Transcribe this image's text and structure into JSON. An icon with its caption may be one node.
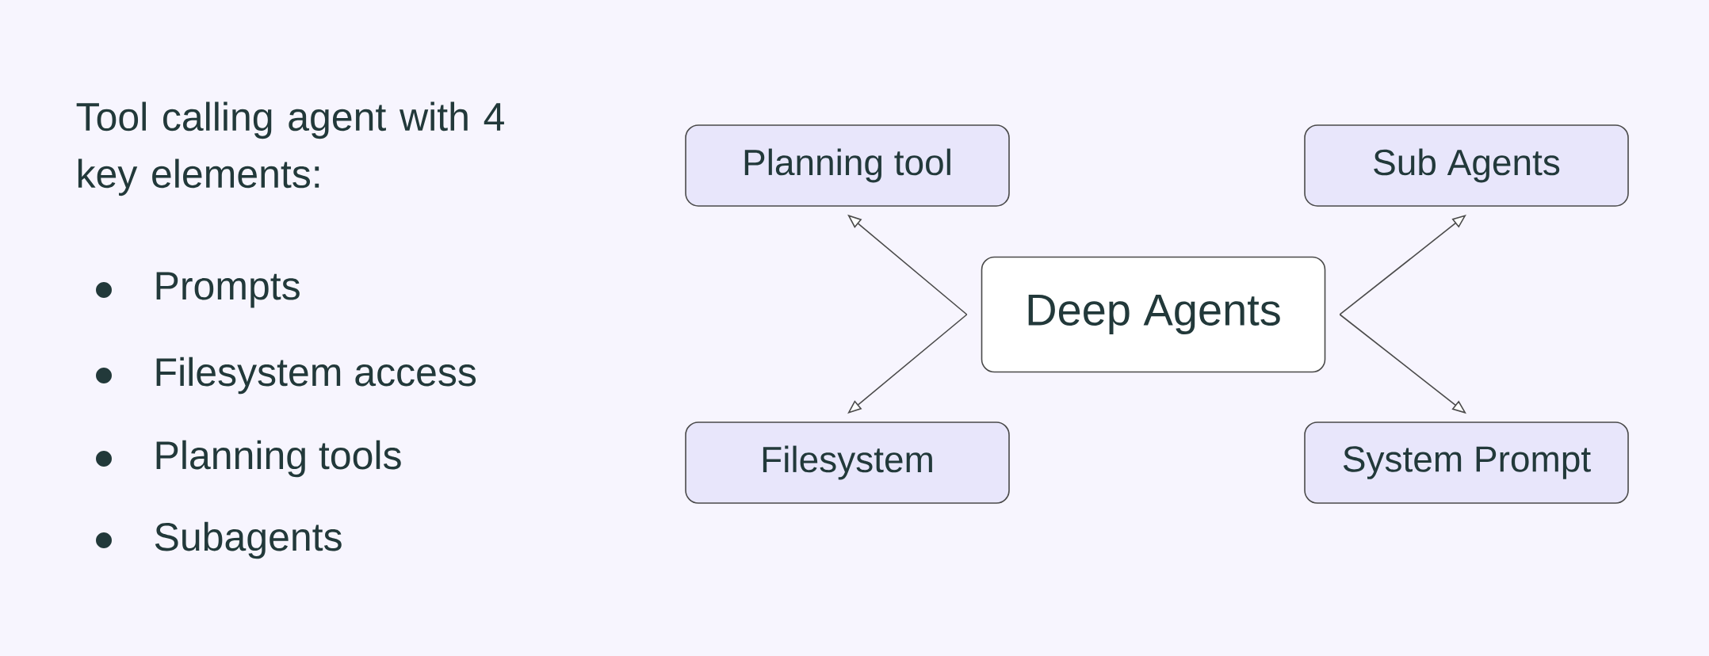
{
  "diagram": {
    "title": "Tool calling agent with 4 key elements:",
    "nodes": [
      {
        "text": [
          "Planning tool"
        ]
      },
      {
        "text": [
          "Sub Agents"
        ]
      },
      {
        "text": [
          "Deep Agents"
        ]
      },
      {
        "text": [
          "Filesystem"
        ]
      },
      {
        "text": [
          "System Prompt"
        ]
      }
    ],
    "edges": [
      {
        "from": 2,
        "to": 0,
        "arrow": "to"
      },
      {
        "from": 2,
        "to": 3,
        "arrow": "to"
      },
      {
        "from": 2,
        "to": 1,
        "arrow": "to"
      },
      {
        "from": 2,
        "to": 4,
        "arrow": "to"
      }
    ],
    "labels": [
      "Prompts",
      "Filesystem access",
      "Planning tools",
      "Subagents"
    ]
  }
}
